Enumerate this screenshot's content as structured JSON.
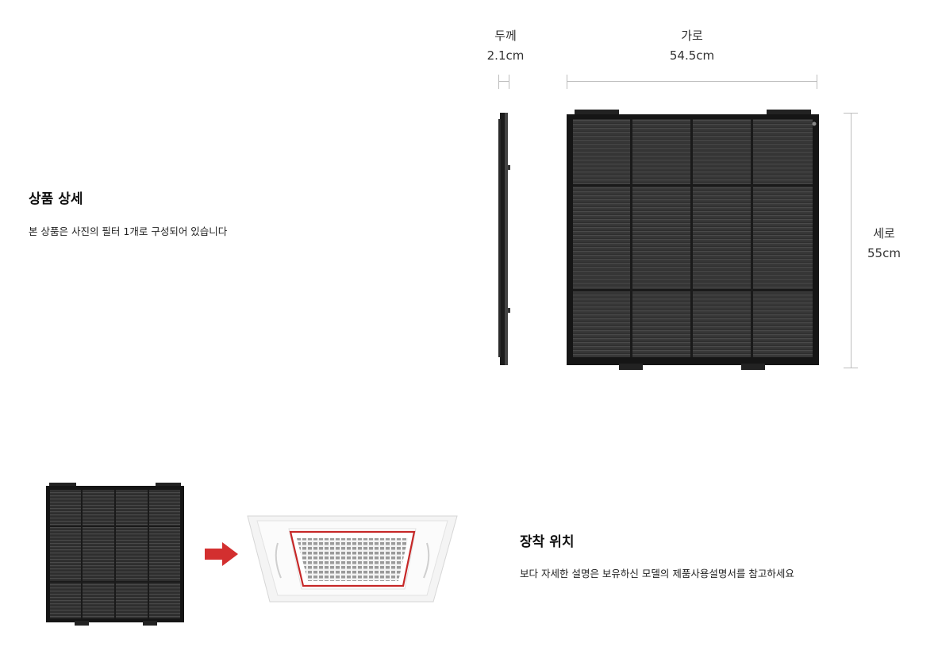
{
  "product_detail": {
    "title": "상품 상세",
    "description": "본 상품은 사진의 필터 1개로 구성되어 있습니다"
  },
  "dimensions": {
    "thickness": {
      "label": "두께",
      "value": "2.1cm"
    },
    "width": {
      "label": "가로",
      "value": "54.5cm"
    },
    "height": {
      "label": "세로",
      "value": "55cm"
    }
  },
  "installation": {
    "title": "장착 위치",
    "description": "보다 자세한 설명은 보유하신 모델의 제품사용설명서를 참고하세요"
  },
  "colors": {
    "filter_frame": "#1a1a1a",
    "filter_mesh": "#3a3a3a",
    "dimension_line": "#bdbdbd",
    "arrow": "#d32f2f",
    "highlight_border": "#c62828"
  }
}
